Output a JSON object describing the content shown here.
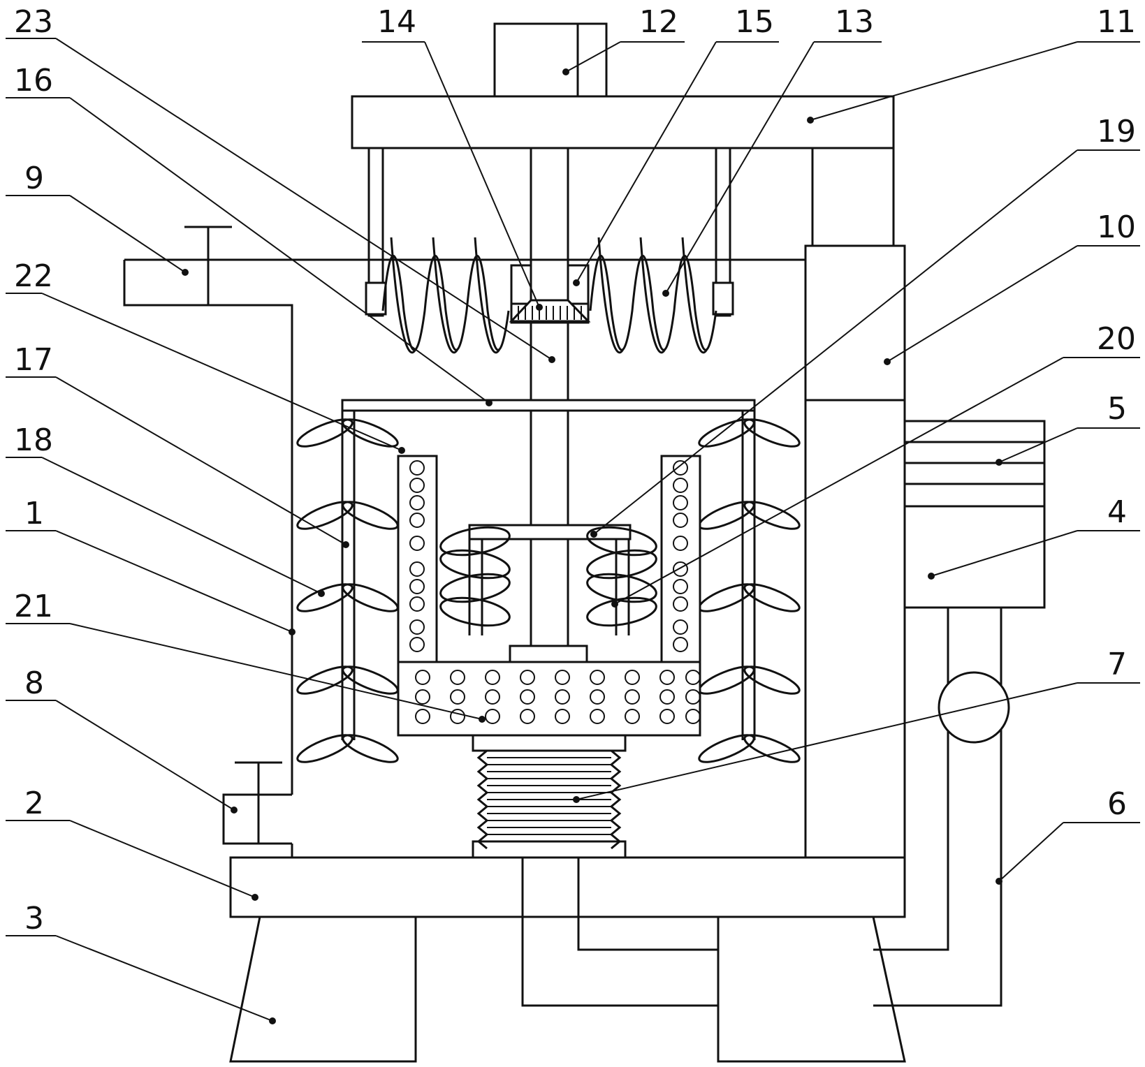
{
  "labels": {
    "left": [
      {
        "id": "23",
        "text": "23"
      },
      {
        "id": "16",
        "text": "16"
      },
      {
        "id": "9",
        "text": "9"
      },
      {
        "id": "22",
        "text": "22"
      },
      {
        "id": "17",
        "text": "17"
      },
      {
        "id": "18",
        "text": "18"
      },
      {
        "id": "1",
        "text": "1"
      },
      {
        "id": "21",
        "text": "21"
      },
      {
        "id": "8",
        "text": "8"
      },
      {
        "id": "2",
        "text": "2"
      },
      {
        "id": "3",
        "text": "3"
      }
    ],
    "top": [
      {
        "id": "14",
        "text": "14"
      },
      {
        "id": "12",
        "text": "12"
      },
      {
        "id": "15",
        "text": "15"
      },
      {
        "id": "13",
        "text": "13"
      },
      {
        "id": "11",
        "text": "11"
      }
    ],
    "right": [
      {
        "id": "19",
        "text": "19"
      },
      {
        "id": "10",
        "text": "10"
      },
      {
        "id": "20",
        "text": "20"
      },
      {
        "id": "5",
        "text": "5"
      },
      {
        "id": "4",
        "text": "4"
      },
      {
        "id": "7",
        "text": "7"
      },
      {
        "id": "6",
        "text": "6"
      }
    ]
  }
}
